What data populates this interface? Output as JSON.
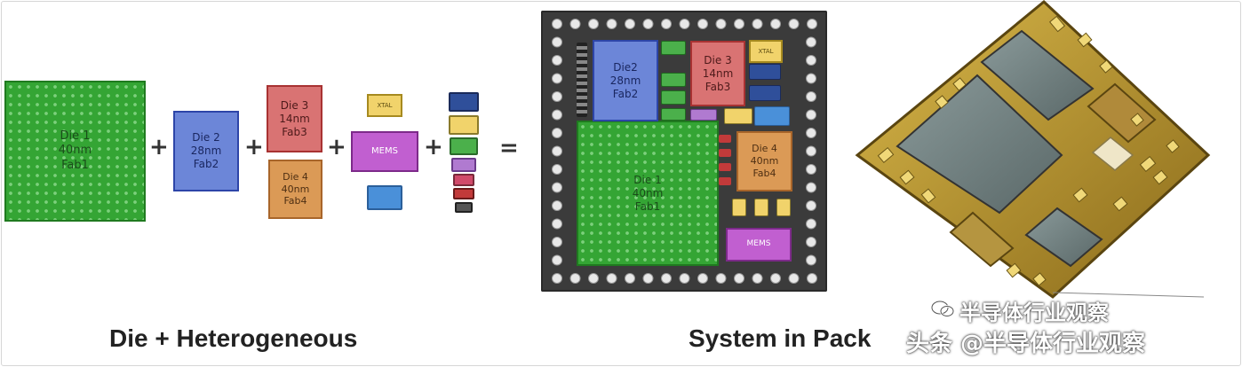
{
  "left": {
    "die1": {
      "line1": "Die 1",
      "line2": "40nm",
      "line3": "Fab1"
    },
    "die2": {
      "line1": "Die 2",
      "line2": "28nm",
      "line3": "Fab2"
    },
    "die3": {
      "line1": "Die 3",
      "line2": "14nm",
      "line3": "Fab3"
    },
    "die4": {
      "line1": "Die 4",
      "line2": "40nm",
      "line3": "Fab4"
    },
    "mems": "MEMS",
    "xtal": "XTAL",
    "plus": "+",
    "equals": "=",
    "caption": "Die + Heterogeneous"
  },
  "sip": {
    "die1": {
      "line1": "Die 1",
      "line2": "40nm",
      "line3": "Fab1"
    },
    "die2": {
      "line1": "Die2",
      "line2": "28nm",
      "line3": "Fab2"
    },
    "die3": {
      "line1": "Die 3",
      "line2": "14nm",
      "line3": "Fab3"
    },
    "die4": {
      "line1": "Die 4",
      "line2": "40nm",
      "line3": "Fab4"
    },
    "mems": "MEMS",
    "xtal": "XTAL",
    "caption": "System in Pack"
  },
  "watermark": {
    "top": "半导体行业观察",
    "bottom": "头条 @半导体行业观察"
  },
  "colors": {
    "die_green": "#34a534",
    "die_blue": "#6c86d8",
    "die_red": "#d97373",
    "die_orange": "#db9a56",
    "mems_purple": "#c15fd0",
    "package_dark": "#3a3a3a",
    "pcb_gold": "#c9a227"
  }
}
